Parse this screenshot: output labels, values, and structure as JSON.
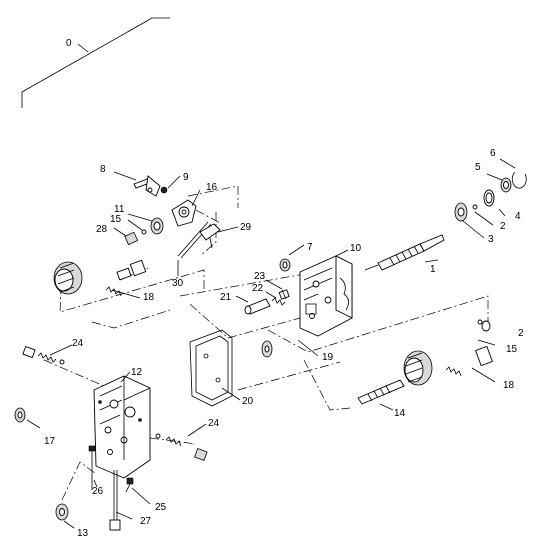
{
  "callouts": [
    {
      "id": "0",
      "text": "0"
    },
    {
      "id": "1",
      "text": "1"
    },
    {
      "id": "2a",
      "text": "2"
    },
    {
      "id": "2b",
      "text": "2"
    },
    {
      "id": "3",
      "text": "3"
    },
    {
      "id": "4",
      "text": "4"
    },
    {
      "id": "5",
      "text": "5"
    },
    {
      "id": "6",
      "text": "6"
    },
    {
      "id": "7",
      "text": "7"
    },
    {
      "id": "8",
      "text": "8"
    },
    {
      "id": "9",
      "text": "9"
    },
    {
      "id": "10",
      "text": "10"
    },
    {
      "id": "11",
      "text": "11"
    },
    {
      "id": "12",
      "text": "12"
    },
    {
      "id": "13",
      "text": "13"
    },
    {
      "id": "14",
      "text": "14"
    },
    {
      "id": "15a",
      "text": "15"
    },
    {
      "id": "15b",
      "text": "15"
    },
    {
      "id": "16",
      "text": "16"
    },
    {
      "id": "17",
      "text": "17"
    },
    {
      "id": "18a",
      "text": "18"
    },
    {
      "id": "18b",
      "text": "18"
    },
    {
      "id": "19",
      "text": "19"
    },
    {
      "id": "20",
      "text": "20"
    },
    {
      "id": "21",
      "text": "21"
    },
    {
      "id": "22",
      "text": "22"
    },
    {
      "id": "23",
      "text": "23"
    },
    {
      "id": "24a",
      "text": "24"
    },
    {
      "id": "24b",
      "text": "24"
    },
    {
      "id": "25",
      "text": "25"
    },
    {
      "id": "26",
      "text": "26"
    },
    {
      "id": "27",
      "text": "27"
    },
    {
      "id": "28",
      "text": "28"
    },
    {
      "id": "29",
      "text": "29"
    },
    {
      "id": "30",
      "text": "30"
    }
  ]
}
